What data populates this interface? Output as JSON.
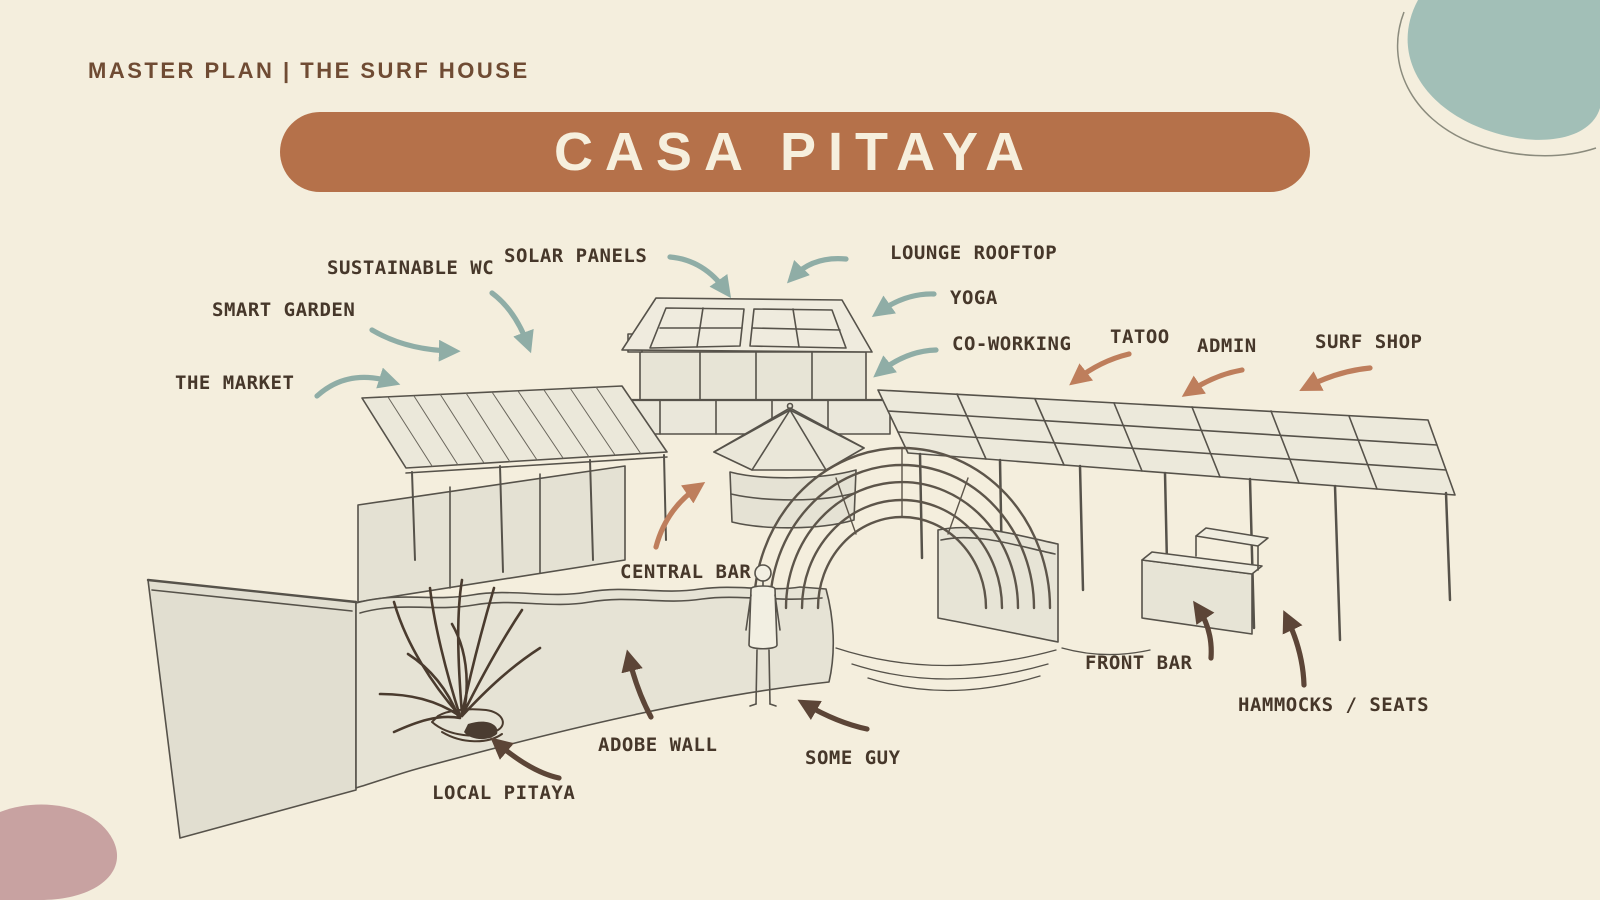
{
  "page": {
    "kicker": "MASTER PLAN | THE SURF HOUSE",
    "title": "CASA PITAYA"
  },
  "colors": {
    "background": "#f4eedd",
    "title_pill": "#b5714a",
    "title_text": "#f6efdd",
    "kicker_text": "#6f4b33",
    "label_text": "#46372a",
    "arrow_teal": "#8fada6",
    "arrow_terracotta": "#be7e5c",
    "arrow_brown": "#5c4537",
    "sketch_stroke": "#56524a",
    "sketch_fill": "#eae7da",
    "blob_teal": "#a2bfb7",
    "blob_pink": "#c8a2a1"
  },
  "labels": [
    {
      "id": "the-market",
      "text": "THE MARKET",
      "arrow_color": "teal"
    },
    {
      "id": "smart-garden",
      "text": "SMART GARDEN",
      "arrow_color": "teal"
    },
    {
      "id": "sustainable-wc",
      "text": "SUSTAINABLE WC",
      "arrow_color": "teal"
    },
    {
      "id": "solar-panels",
      "text": "SOLAR PANELS",
      "arrow_color": "teal"
    },
    {
      "id": "lounge-rooftop",
      "text": "LOUNGE ROOFTOP",
      "arrow_color": "teal"
    },
    {
      "id": "yoga",
      "text": "YOGA",
      "arrow_color": "teal"
    },
    {
      "id": "co-working",
      "text": "CO-WORKING",
      "arrow_color": "teal"
    },
    {
      "id": "tatoo",
      "text": "TATOO",
      "arrow_color": "terracotta"
    },
    {
      "id": "admin",
      "text": "ADMIN",
      "arrow_color": "terracotta"
    },
    {
      "id": "surf-shop",
      "text": "SURF SHOP",
      "arrow_color": "terracotta"
    },
    {
      "id": "central-bar",
      "text": "CENTRAL BAR",
      "arrow_color": "terracotta"
    },
    {
      "id": "front-bar",
      "text": "FRONT BAR",
      "arrow_color": "brown"
    },
    {
      "id": "hammocks-seats",
      "text": "HAMMOCKS / SEATS",
      "arrow_color": "brown"
    },
    {
      "id": "adobe-wall",
      "text": "ADOBE WALL",
      "arrow_color": "brown"
    },
    {
      "id": "some-guy",
      "text": "SOME GUY",
      "arrow_color": "brown"
    },
    {
      "id": "local-pitaya",
      "text": "LOCAL PITAYA",
      "arrow_color": "brown"
    }
  ]
}
